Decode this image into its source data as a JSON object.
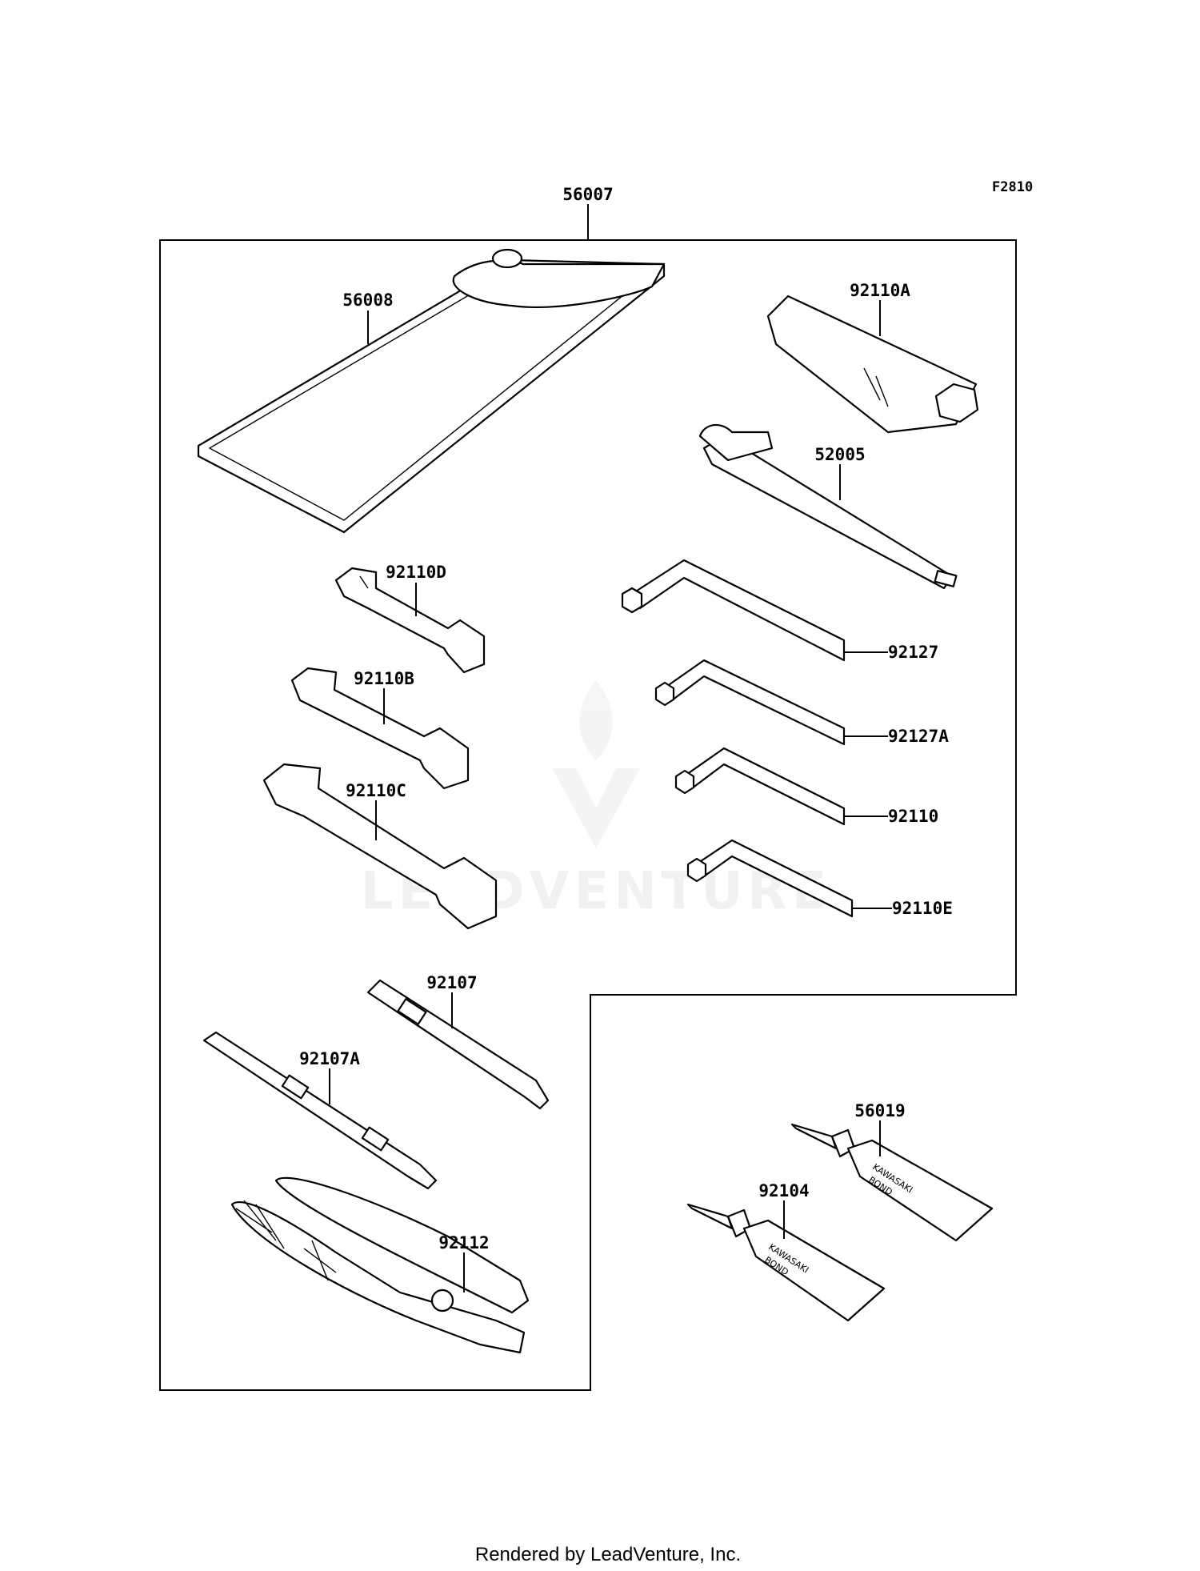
{
  "figure_code": "F2810",
  "footer": "Rendered by LeadVenture, Inc.",
  "watermark": "LEADVENTURE",
  "parts": {
    "p56007": "56007",
    "p56008": "56008",
    "p92110A": "92110A",
    "p52005": "52005",
    "p92110D": "92110D",
    "p92127": "92127",
    "p92110B": "92110B",
    "p92127A": "92127A",
    "p92110C": "92110C",
    "p92110": "92110",
    "p92110E": "92110E",
    "p92107": "92107",
    "p92107A": "92107A",
    "p92112": "92112",
    "p56019": "56019",
    "p92104": "92104"
  },
  "tube_text": {
    "brand": "KAWASAKI",
    "product": "BOND"
  }
}
